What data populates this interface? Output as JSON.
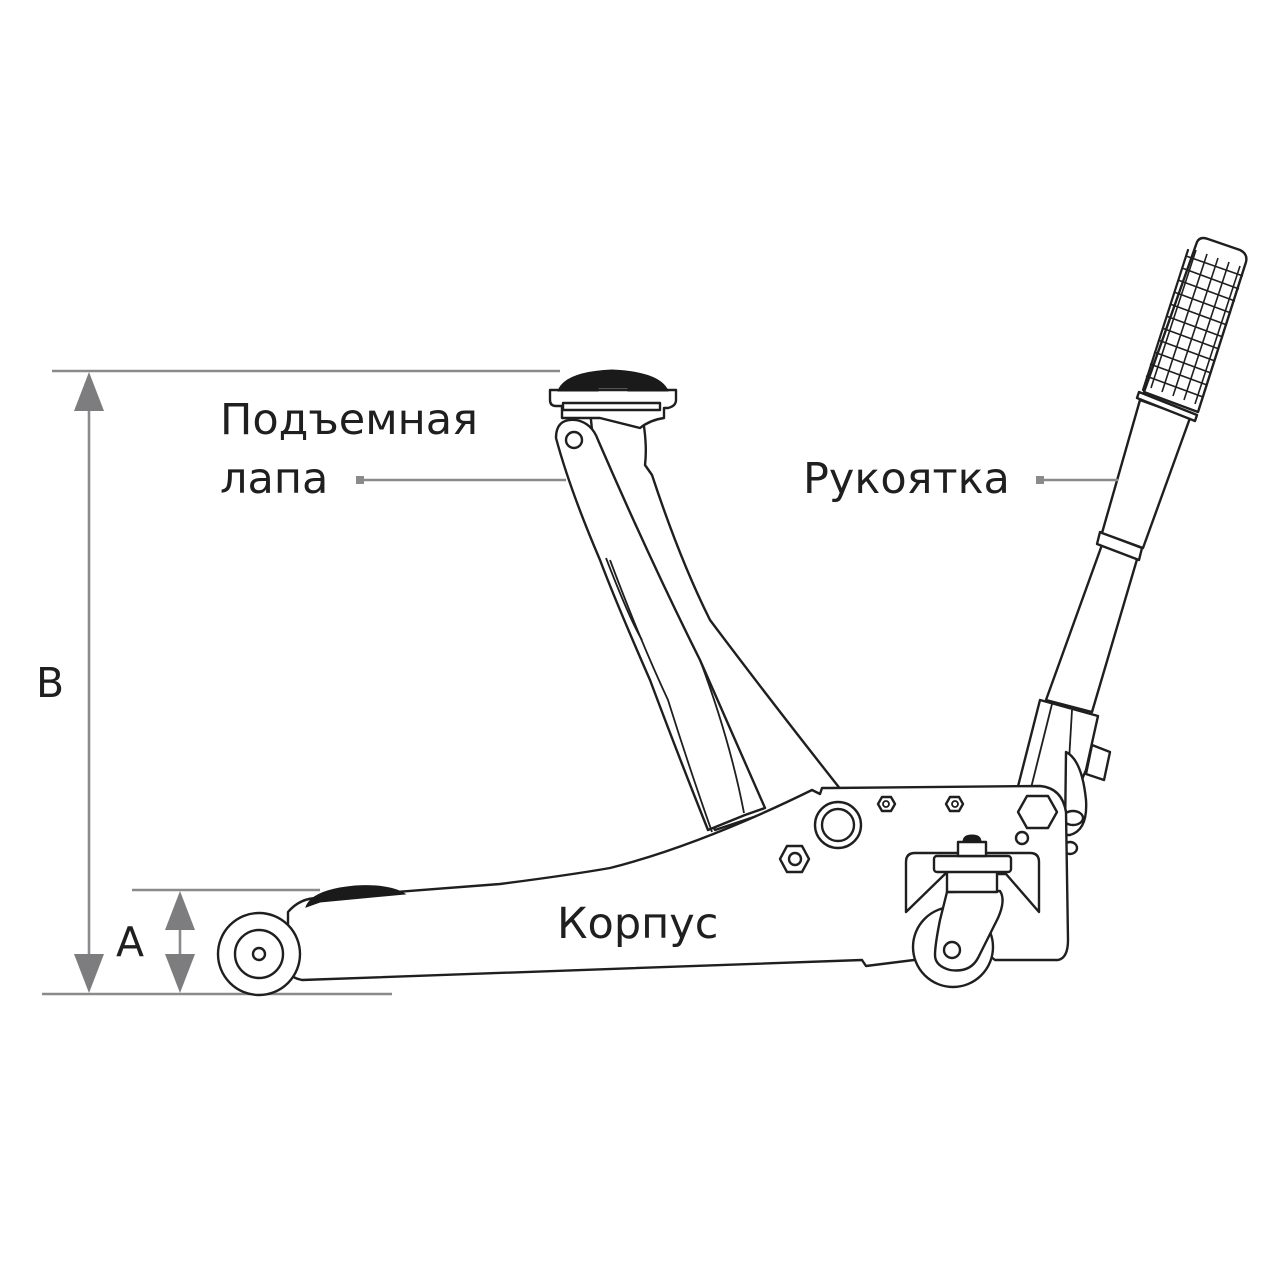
{
  "diagram": {
    "subject": "low-profile hydraulic floor jack, side view",
    "labels": {
      "lift_arm_line1": "Подъемная",
      "lift_arm_line2": "лапа",
      "handle": "Рукоятка",
      "body": "Корпус"
    },
    "dimensions": {
      "min_height_label": "A",
      "max_height_label": "B"
    },
    "colors": {
      "outline": "#1f1f1f",
      "dimension_lines": "#8a8a8c",
      "arrows": "#7d7d80",
      "background": "#ffffff"
    }
  }
}
